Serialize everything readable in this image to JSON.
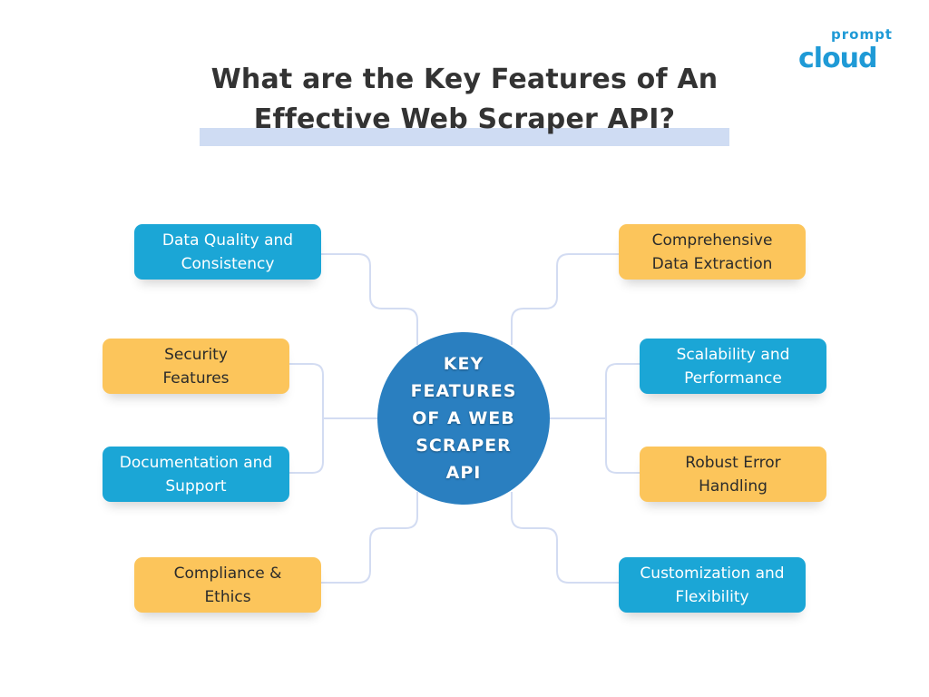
{
  "title": {
    "line1": "What are the Key Features of An",
    "line2": "Effective Web Scraper API?"
  },
  "logo": {
    "top": "prompt",
    "bottom": "cloud"
  },
  "center": {
    "label": "KEY FEATURES OF A WEB SCRAPER API"
  },
  "features_left": [
    {
      "label": "Data Quality and Consistency",
      "color": "#1ba6d6"
    },
    {
      "label": "Security Features",
      "color": "#fcc55b"
    },
    {
      "label": "Documentation and Support",
      "color": "#1ba6d6"
    },
    {
      "label": "Compliance & Ethics",
      "color": "#fcc55b"
    }
  ],
  "features_right": [
    {
      "label": "Comprehensive Data Extraction",
      "color": "#fcc55b"
    },
    {
      "label": "Scalability and Performance",
      "color": "#1ba6d6"
    },
    {
      "label": "Robust Error Handling",
      "color": "#fcc55b"
    },
    {
      "label": "Customization and Flexibility",
      "color": "#1ba6d6"
    }
  ]
}
